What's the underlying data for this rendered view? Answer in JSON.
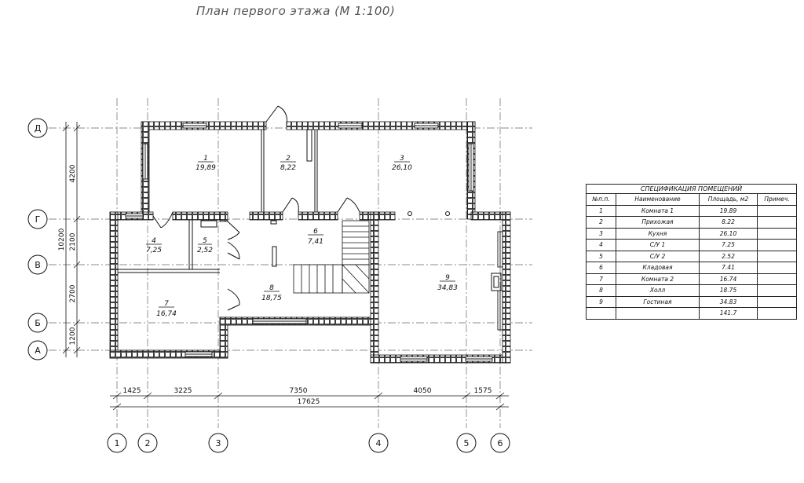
{
  "title": "План первого этажа (М 1:100)",
  "axes_columns": [
    "1",
    "2",
    "3",
    "4",
    "5",
    "6"
  ],
  "axes_rows": [
    "Д",
    "Г",
    "В",
    "Б",
    "А"
  ],
  "dims_horizontal": [
    "1425",
    "3225",
    "7350",
    "4050",
    "1575"
  ],
  "dim_total_horizontal": "17625",
  "dims_vertical": [
    "4200",
    "2100",
    "2700",
    "1200"
  ],
  "dim_total_vertical": "10200",
  "rooms": [
    {
      "num": "1",
      "area": "19,89"
    },
    {
      "num": "2",
      "area": "8,22"
    },
    {
      "num": "3",
      "area": "26,10"
    },
    {
      "num": "4",
      "area": "7,25"
    },
    {
      "num": "5",
      "area": "2,52"
    },
    {
      "num": "6",
      "area": "7,41"
    },
    {
      "num": "7",
      "area": "16,74"
    },
    {
      "num": "8",
      "area": "18,75"
    },
    {
      "num": "9",
      "area": "34,83"
    }
  ],
  "spec": {
    "caption": "СПЕЦИФИКАЦИЯ ПОМЕЩЕНИЙ",
    "headers": [
      "№п.п.",
      "Наименование",
      "Площадь, м2",
      "Примеч."
    ],
    "rows": [
      {
        "n": "1",
        "name": "Комната 1",
        "area": "19.89",
        "note": ""
      },
      {
        "n": "2",
        "name": "Прихожая",
        "area": "8.22",
        "note": ""
      },
      {
        "n": "3",
        "name": "Кухня",
        "area": "26.10",
        "note": ""
      },
      {
        "n": "4",
        "name": "С/У 1",
        "area": "7.25",
        "note": ""
      },
      {
        "n": "5",
        "name": "С/У 2",
        "area": "2.52",
        "note": ""
      },
      {
        "n": "6",
        "name": "Кладовая",
        "area": "7.41",
        "note": ""
      },
      {
        "n": "7",
        "name": "Комната 2",
        "area": "16.74",
        "note": ""
      },
      {
        "n": "8",
        "name": "Холл",
        "area": "18.75",
        "note": ""
      },
      {
        "n": "9",
        "name": "Гостиная",
        "area": "34.83",
        "note": ""
      }
    ],
    "total": "141.7"
  }
}
